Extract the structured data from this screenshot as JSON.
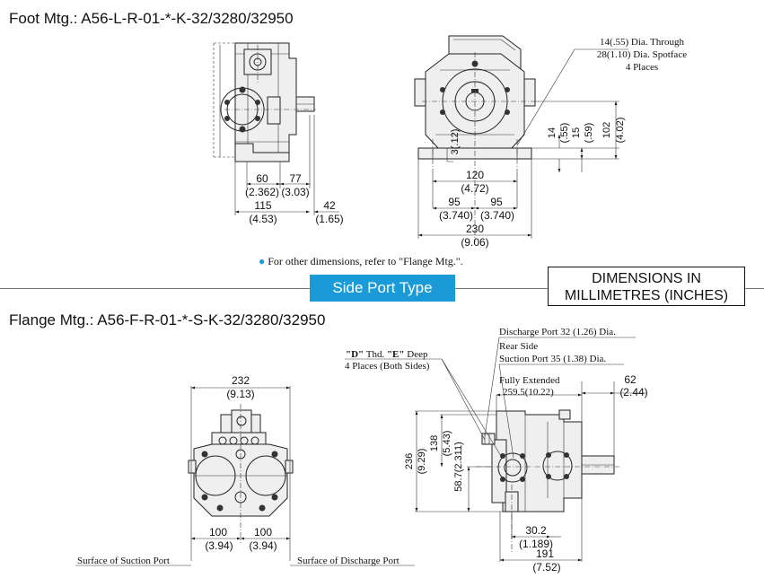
{
  "sections": {
    "foot_title": "Foot Mtg.: A56-L-R-01-*-K-32/3280/32950",
    "flange_title": "Flange Mtg.: A56-F-R-01-*-S-K-32/3280/32950",
    "other_dimensions_note": "For other dimensions, refer to \"Flange Mtg.\".",
    "side_port_banner": "Side Port Type",
    "dimensions_box": [
      "DIMENSIONS IN",
      "MILLIMETRES (INCHES)"
    ]
  },
  "foot_side_view": {
    "dim_60": "60",
    "dim_60_in": "(2.362)",
    "dim_77": "77",
    "dim_77_in": "(3.03)",
    "dim_115": "115",
    "dim_115_in": "(4.53)",
    "dim_42": "42",
    "dim_42_in": "(1.65)"
  },
  "foot_front_view": {
    "hole_note": [
      "14(.55) Dia. Through",
      "28(1.10) Dia. Spotface",
      "4 Places"
    ],
    "dim_3": "3(.12)",
    "dim_120": "120",
    "dim_120_in": "(4.72)",
    "dim_95_left": "95",
    "dim_95_left_in": "(3.740)",
    "dim_95_right": "95",
    "dim_95_right_in": "(3.740)",
    "dim_230": "230",
    "dim_230_in": "(9.06)",
    "dim_14": "14",
    "dim_14_in": "(.55)",
    "dim_15": "15",
    "dim_15_in": "(.59)",
    "dim_102": "102",
    "dim_102_in": "(4.02)"
  },
  "flange_front_view": {
    "dim_232": "232",
    "dim_232_in": "(9.13)",
    "dim_100_left": "100",
    "dim_100_left_in": "(3.94)",
    "dim_100_right": "100",
    "dim_100_right_in": "(3.94)",
    "surface_suction": "Surface of Suction Port",
    "surface_discharge": "Surface of Discharge Port"
  },
  "flange_side_view": {
    "thread_d": "\"D\"",
    "thread_mid": " Thd. ",
    "thread_e": "\"E\"",
    "thread_end": " Deep",
    "thread_places": "4 Places (Both Sides)",
    "discharge_port": "Discharge Port 32 (1.26) Dia.",
    "rear_side": "Rear Side",
    "suction_port": "Suction Port 35 (1.38) Dia.",
    "fully_extended": "Fully Extended",
    "dim_259": "259.5(10.22)",
    "dim_62": "62",
    "dim_62_in": "(2.44)",
    "dim_236": "236",
    "dim_236_in": "(9.29)",
    "dim_138": "138",
    "dim_138_in": "(5.43)",
    "dim_58": "58.7(2.311)",
    "dim_30": "30.2",
    "dim_30_in": "(1.189)",
    "dim_191": "191",
    "dim_191_in": "(7.52)"
  }
}
